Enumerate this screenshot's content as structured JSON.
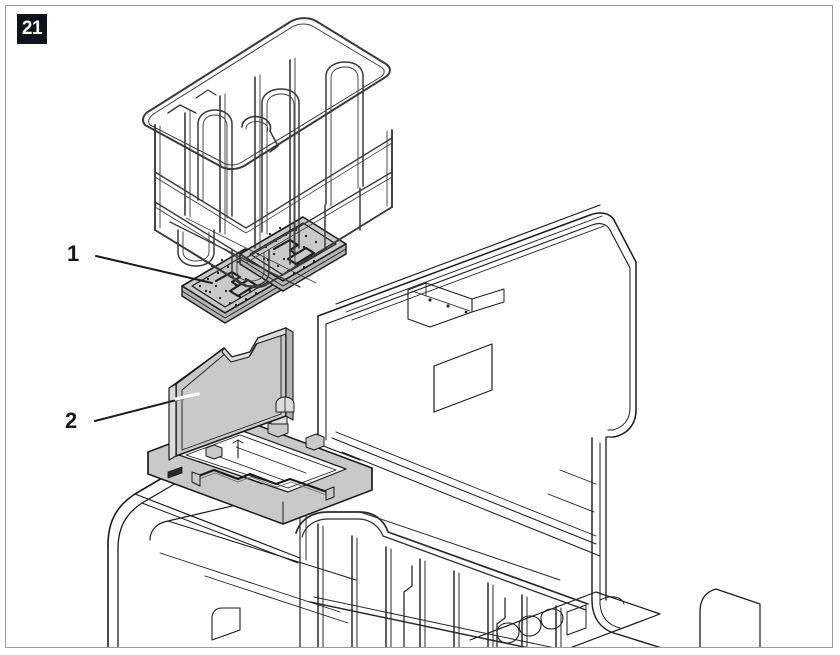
{
  "figure": {
    "badge_number": "21",
    "title": "Filter assembly exploded view",
    "frame_color": "#9a9a9a",
    "badge_bg": "#12121c",
    "badge_fg": "#ffffff",
    "background": "#ffffff"
  },
  "callouts": [
    {
      "id": "1",
      "label": "1",
      "target": "filter-pads",
      "description": "Coarse filter pads (two perforated plates)"
    },
    {
      "id": "2",
      "label": "2",
      "target": "filter-housing-tray",
      "description": "Filter housing tray with hinged lid"
    }
  ],
  "parts": [
    {
      "name": "wire-basket",
      "description": "Removable wire basket shown lifted out above the appliance"
    },
    {
      "name": "filter-pad-upper",
      "description": "Upper perforated filter pad with zigzag channel"
    },
    {
      "name": "filter-pad-lower",
      "description": "Lower perforated filter pad with zigzag channel"
    },
    {
      "name": "filter-housing-tray",
      "description": "Filter housing tray, lid opened upward"
    },
    {
      "name": "appliance-door",
      "description": "Appliance door panel, open, with blank rating label"
    },
    {
      "name": "appliance-body",
      "description": "Appliance cabinet with interior wire rack and control panel"
    }
  ],
  "colors": {
    "line": "#1b1b1b",
    "line_light": "#4a4a4a",
    "fill_gray": "#c9c9c9",
    "fill_gray_dark": "#b4b4b4",
    "fill_gray_light": "#dcdcdc",
    "white": "#ffffff"
  }
}
